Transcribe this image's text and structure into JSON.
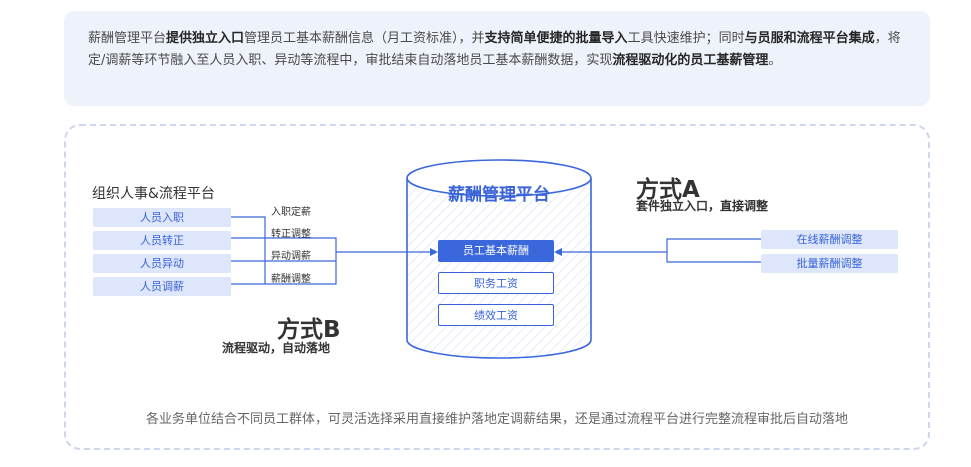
{
  "intro": {
    "p1": "薪酬管理平台",
    "b1": "提供独立入口",
    "p2": "管理员工基本薪酬信息（月工资标准），并",
    "b2": "支持简单便捷的批量导入",
    "p3": "工具快速维护；同时",
    "b3": "与员服和流程平台集成",
    "p4": "，将定/调薪等环节融入至人员入职、异动等流程中，审批结束自动落地员工基本薪酬数据，实现",
    "b4": "流程驱动化的员工基薪管理",
    "p5": "。"
  },
  "left": {
    "title": "组织人事&流程平台",
    "items": [
      "人员入职",
      "人员转正",
      "人员异动",
      "人员调薪"
    ],
    "flows": [
      "入职定薪",
      "转正调整",
      "异动调薪",
      "薪酬调整"
    ]
  },
  "center": {
    "title": "薪酬管理平台",
    "primary": "员工基本薪酬",
    "secondary": [
      "职务工资",
      "绩效工资"
    ]
  },
  "method_a": {
    "title": "方式A",
    "subtitle": "套件独立入口，直接调整",
    "items": [
      "在线薪酬调整",
      "批量薪酬调整"
    ]
  },
  "method_b": {
    "title": "方式B",
    "subtitle": "流程驱动，自动落地"
  },
  "footnote": "各业务单位结合不同员工群体，可灵活选择采用直接维护落地定调薪结果，还是通过流程平台进行完整流程审批后自动落地",
  "colors": {
    "accent": "#3b67dc",
    "pill_bg": "#dde6fa",
    "panel_bg": "#eef2fb"
  }
}
